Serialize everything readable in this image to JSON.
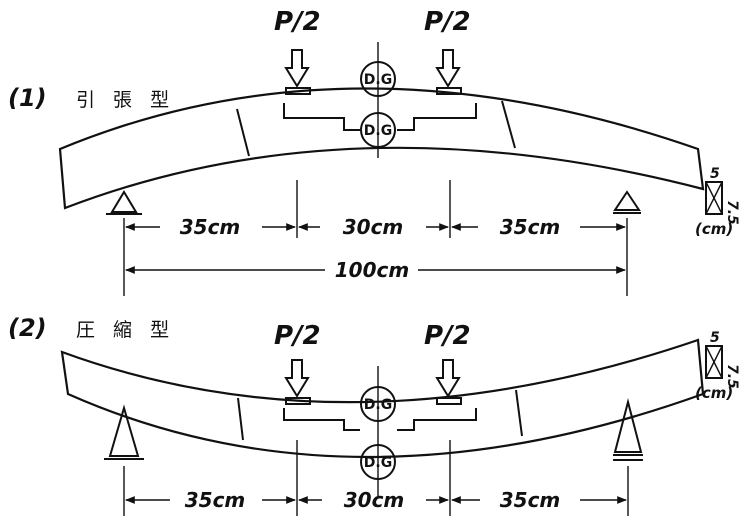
{
  "load_label": "P/2",
  "gauge_label": "D.G",
  "beam_length_total": "100cm",
  "span_outer": "35cm",
  "span_center": "30cm",
  "section": {
    "width": "5",
    "height": "7.5",
    "unit": "(cm)"
  },
  "case1": {
    "number": "(1)",
    "name": "引 張 型"
  },
  "case2": {
    "number": "(2)",
    "name": "圧 縮 型"
  }
}
